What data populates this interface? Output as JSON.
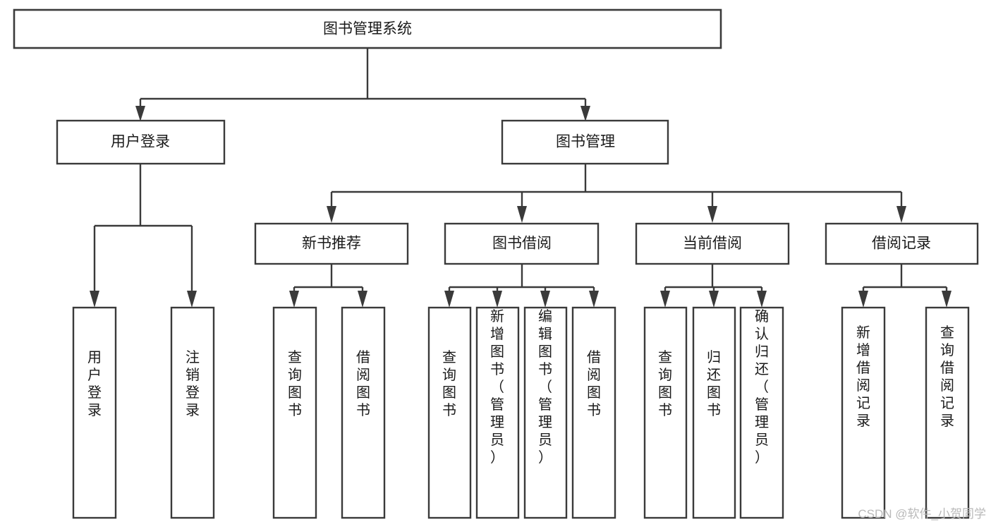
{
  "diagram": {
    "title": "图书管理系统",
    "type": "tree-hierarchy-chart",
    "orientation": "top-down",
    "colors": {
      "stroke": "#3a3a3a",
      "box_fill": "#ffffff",
      "text": "#1a1a1a",
      "background": "#ffffff",
      "watermark": "#b9b9b9"
    },
    "levels": {
      "root": {
        "label": "图书管理系统"
      },
      "level2": [
        {
          "id": "user-login",
          "label": "用户登录"
        },
        {
          "id": "book-management",
          "label": "图书管理"
        }
      ],
      "level3": [
        {
          "id": "new-book-recommend",
          "label": "新书推荐",
          "parent": "book-management"
        },
        {
          "id": "book-borrow",
          "label": "图书借阅",
          "parent": "book-management"
        },
        {
          "id": "current-borrow",
          "label": "当前借阅",
          "parent": "book-management"
        },
        {
          "id": "borrow-record",
          "label": "借阅记录",
          "parent": "book-management"
        }
      ],
      "leaves": {
        "user-login": [
          {
            "id": "leaf-user-login",
            "label": "用户登录"
          },
          {
            "id": "leaf-logout-login",
            "label": "注销登录"
          }
        ],
        "new-book-recommend": [
          {
            "id": "leaf-query-book-1",
            "label": "查询图书"
          },
          {
            "id": "leaf-borrow-book-1",
            "label": "借阅图书"
          }
        ],
        "book-borrow": [
          {
            "id": "leaf-query-book-2",
            "label": "查询图书"
          },
          {
            "id": "leaf-add-book",
            "label": "新增图书（管理员）"
          },
          {
            "id": "leaf-edit-book",
            "label": "编辑图书（管理员）"
          },
          {
            "id": "leaf-borrow-book-2",
            "label": "借阅图书"
          }
        ],
        "current-borrow": [
          {
            "id": "leaf-query-book-3",
            "label": "查询图书"
          },
          {
            "id": "leaf-return-book",
            "label": "归还图书"
          },
          {
            "id": "leaf-confirm-return",
            "label": "确认归还（管理员）"
          }
        ],
        "borrow-record": [
          {
            "id": "leaf-add-record",
            "label": "新增借阅记录"
          },
          {
            "id": "leaf-query-record",
            "label": "查询借阅记录"
          }
        ]
      }
    }
  },
  "watermark": {
    "text": "CSDN @软件_小贺同学"
  }
}
